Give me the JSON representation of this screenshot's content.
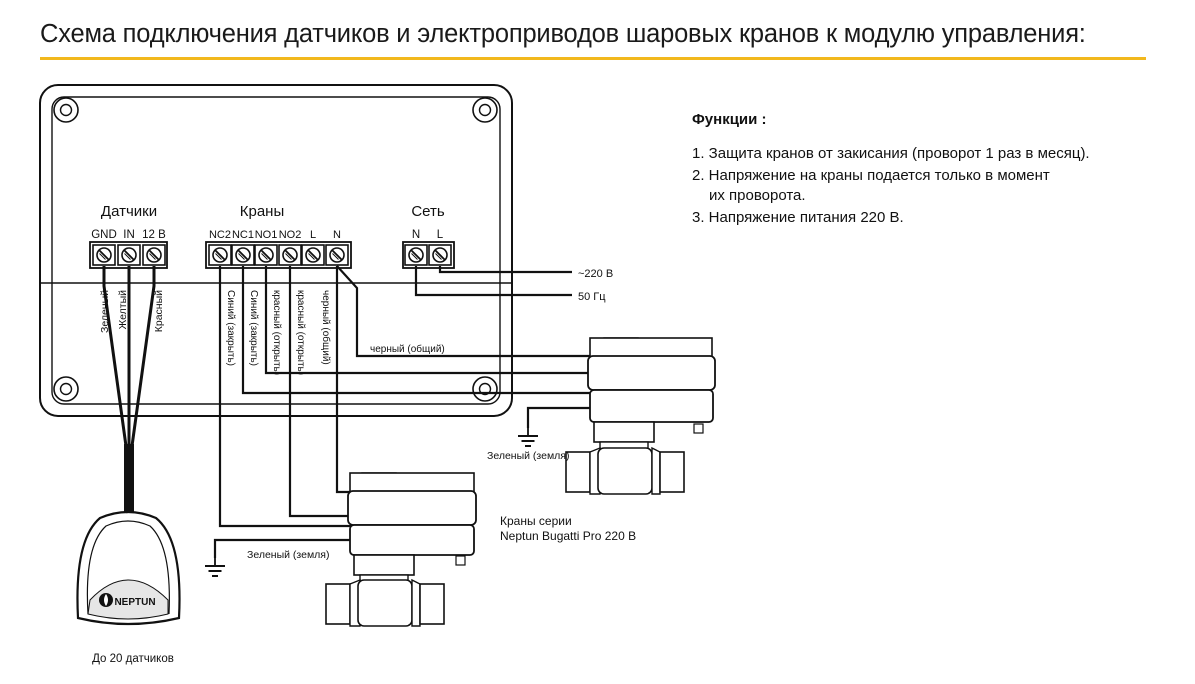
{
  "title": "Схема подключения датчиков и электроприводов шаровых кранов к модулю управления:",
  "accent_color": "#f2b81d",
  "functions": {
    "heading": "Функции :",
    "items": [
      "1. Защита кранов от закисания (проворот 1 раз в месяц).",
      "2. Напряжение на краны подается только в момент",
      "их проворота.",
      "3. Напряжение питания 220 В."
    ]
  },
  "groups": {
    "sensors": "Датчики",
    "valves": "Краны",
    "network": "Сеть"
  },
  "terminals": {
    "sensors": [
      "GND",
      "IN",
      "12 В"
    ],
    "valves": [
      "NC2",
      "NC1",
      "NO1",
      "NO2",
      "L",
      "N"
    ],
    "network": [
      "N",
      "L"
    ]
  },
  "sensor_wires": [
    "Зеленый",
    "Желтый",
    "Красный"
  ],
  "valve_wires": [
    "Синий (закрыть)",
    "Синий (закрыть)",
    "красный (открыть)",
    "красный (открыть)",
    "черный (общий)"
  ],
  "common_wire": "черный (общий)",
  "power": {
    "voltage": "~220 В",
    "frequency": "50 Гц"
  },
  "ground_label": "Зеленый (земля)",
  "valve_series": [
    "Краны серии",
    "Neptun Bugatti Pro 220 В"
  ],
  "sensor_brand": "NEPTUN",
  "sensor_count": "До 20 датчиков",
  "icons": {
    "ground": "ground-symbol-icon",
    "screw": "screw-terminal-icon",
    "sensor": "water-leak-sensor-icon",
    "valve": "ball-valve-icon"
  }
}
